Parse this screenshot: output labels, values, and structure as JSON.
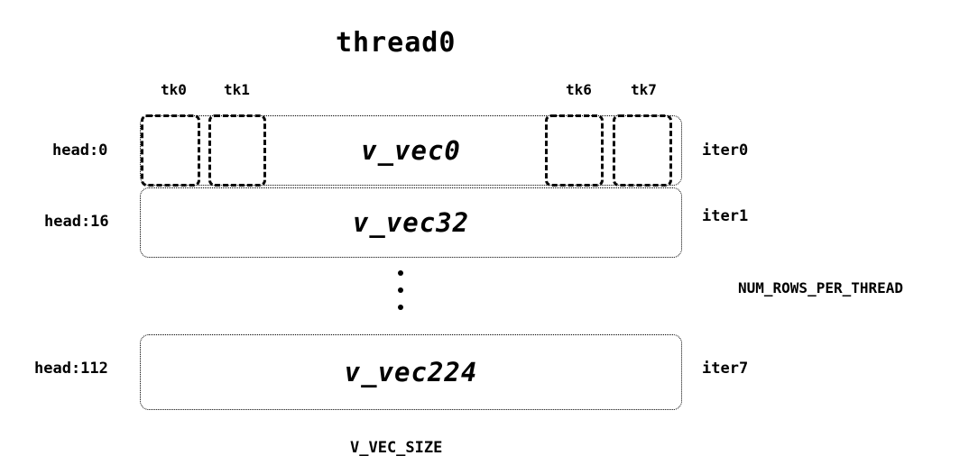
{
  "title": "thread0",
  "ticks": [
    "tk0",
    "tk1",
    "tk6",
    "tk7"
  ],
  "rows": [
    {
      "head": "head:0",
      "vec": "v_vec0",
      "iter": "iter0"
    },
    {
      "head": "head:16",
      "vec": "v_vec32",
      "iter": "iter1"
    },
    {
      "head": "head:112",
      "vec": "v_vec224",
      "iter": "iter7"
    }
  ],
  "right_label": "NUM_ROWS_PER_THREAD",
  "bottom_label": "V_VEC_SIZE",
  "colors": {
    "ink": "#000000",
    "background": "#ffffff"
  }
}
